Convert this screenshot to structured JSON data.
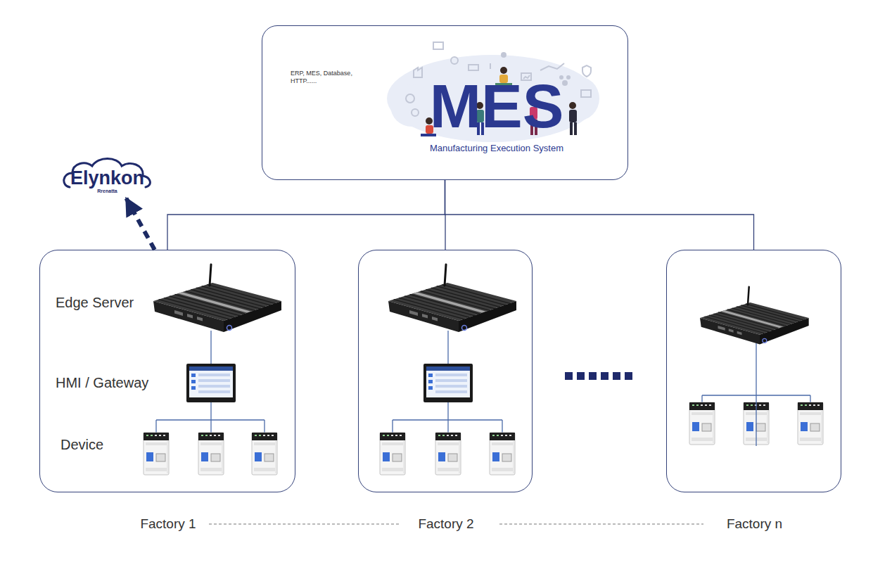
{
  "diagram": {
    "nodes": [
      {
        "text": [
          "ERP, MES, Database, HTTP......",
          "MES",
          "Manufacturing Execution System"
        ]
      },
      {
        "text": [
          "Elynkon",
          "Rrenatta"
        ]
      },
      {
        "text": [
          "Factory 1"
        ]
      },
      {
        "text": [
          "Factory 2"
        ]
      },
      {
        "text": [
          "Factory n"
        ]
      }
    ],
    "edges": [
      {
        "from": 0,
        "to": 2,
        "arrow": "none"
      },
      {
        "from": 0,
        "to": 3,
        "arrow": "none"
      },
      {
        "from": 0,
        "to": 4,
        "arrow": "none"
      },
      {
        "from": 2,
        "to": 1,
        "arrow": "to"
      }
    ],
    "labels": [
      "Edge Server",
      "HMI / Gateway",
      "Device"
    ]
  }
}
